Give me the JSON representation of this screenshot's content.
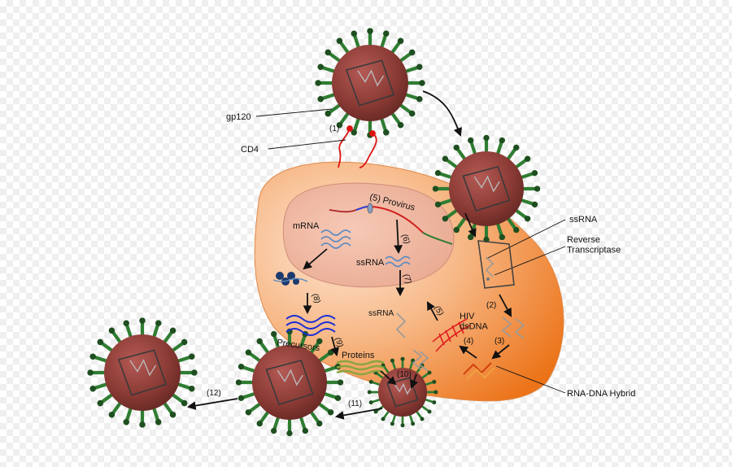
{
  "labels": {
    "gp120": "gp120",
    "cd4": "CD4",
    "provirus": "(5) Provirus",
    "mrna": "mRNA",
    "ssrna_nucleus": "ssRNA",
    "ssrna_cyto": "ssRNA",
    "ssrna_right": "ssRNA",
    "reverse_transcriptase": "Reverse\nTranscriptase",
    "hiv_dsdna": "HIV\ndsDNA",
    "precursors": "Precursors",
    "proteins": "Proteins",
    "rna_dna_hybrid": "RNA-DNA Hybrid"
  },
  "steps": {
    "s1": "(1)",
    "s2": "(2)",
    "s3": "(3)",
    "s4": "(4)",
    "s5": "(5)",
    "s6": "(6)",
    "s7": "(7)",
    "s8": "(8)",
    "s9": "(9)",
    "s10": "(10)",
    "s11": "(11)",
    "s12": "(12)"
  },
  "colors": {
    "cell_light": "#fbd9bf",
    "cell_dark": "#ee7a20",
    "nucleus": "#f0b8a4",
    "virus_body": "#8a3a34",
    "spike": "#2f7d32",
    "spike_tip": "#1f4f20",
    "cd4_receptor": "#dd1111",
    "dna_helix": "#e02020",
    "precursor_wave": "#1a2fd6",
    "protein_bar": "#9cb84a"
  }
}
